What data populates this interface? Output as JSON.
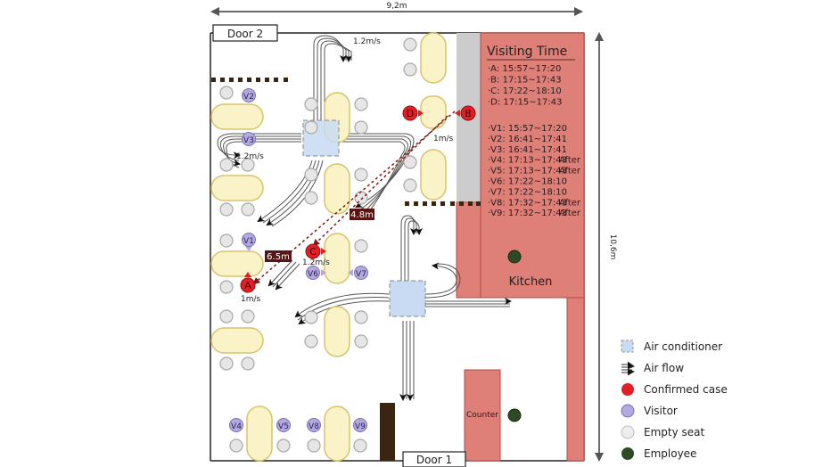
{
  "dimensions": {
    "width": "9,2m",
    "height": "10,6m"
  },
  "doors": {
    "door2": "Door 2",
    "door1": "Door 1"
  },
  "rooms": {
    "kitchen": "Kitchen",
    "counter": "Counter"
  },
  "visiting_time": {
    "title": "Visiting Time",
    "cases": [
      {
        "label": "·A: 15:57~17:20",
        "note": ""
      },
      {
        "label": "·B: 17:15~17:43",
        "note": ""
      },
      {
        "label": "·C: 17:22~18:10",
        "note": ""
      },
      {
        "label": "·D: 17:15~17:43",
        "note": ""
      }
    ],
    "visitors": [
      {
        "label": "·V1: 15:57~17:20",
        "note": ""
      },
      {
        "label": "·V2: 16:41~17:41",
        "note": ""
      },
      {
        "label": "·V3: 16:41~17:41",
        "note": ""
      },
      {
        "label": "·V4: 17:13~17:43",
        "note": "After"
      },
      {
        "label": "·V5: 17:13~17:43",
        "note": "After"
      },
      {
        "label": "·V6: 17:22~18:10",
        "note": ""
      },
      {
        "label": "·V7: 17:22~18:10",
        "note": ""
      },
      {
        "label": "·V8: 17:32~17:43",
        "note": "After"
      },
      {
        "label": "·V9: 17:32~17:43",
        "note": "After"
      }
    ]
  },
  "people": {
    "confirmed": [
      {
        "id": "A",
        "speed": "1m/s"
      },
      {
        "id": "B",
        "speed": "1m/s"
      },
      {
        "id": "C",
        "speed": "1.2m/s"
      },
      {
        "id": "D",
        "speed": ""
      }
    ],
    "visitors": [
      "V1",
      "V2",
      "V3",
      "V4",
      "V5",
      "V6",
      "V7",
      "V8",
      "V9"
    ]
  },
  "airflow_labels": {
    "top": "1.2m/s",
    "left": "1.2m/s",
    "c": "1.2m/s",
    "b": "1m/s",
    "a": "1m/s"
  },
  "distances": {
    "b_to_a": "6.5m",
    "c_label": "4.8m"
  },
  "legend": [
    {
      "icon": "air-conditioner-icon",
      "label": "Air conditioner"
    },
    {
      "icon": "air-flow-icon",
      "label": "Air flow"
    },
    {
      "icon": "confirmed-case-icon",
      "label": "Confirmed case"
    },
    {
      "icon": "visitor-icon",
      "label": "Visitor"
    },
    {
      "icon": "empty-seat-icon",
      "label": "Empty seat"
    },
    {
      "icon": "employee-icon",
      "label": "Employee"
    }
  ],
  "colors": {
    "kitchen": "#de7f78",
    "kitchen_border": "#b84a44",
    "table": "#faf3c8",
    "table_border": "#d7c36e",
    "seat": "#e6e6e6",
    "seat_border": "#a8a8a8",
    "visitor": "#b3a9dc",
    "visitor_border": "#7d6fb8",
    "confirmed": "#e21e26",
    "confirmed_border": "#8e1117",
    "employee": "#2e4a24",
    "ac": "#c8dbf2",
    "distance_bg": "#5a1414",
    "partition": "#3a2412",
    "dashed_path": "#7a1c14"
  }
}
